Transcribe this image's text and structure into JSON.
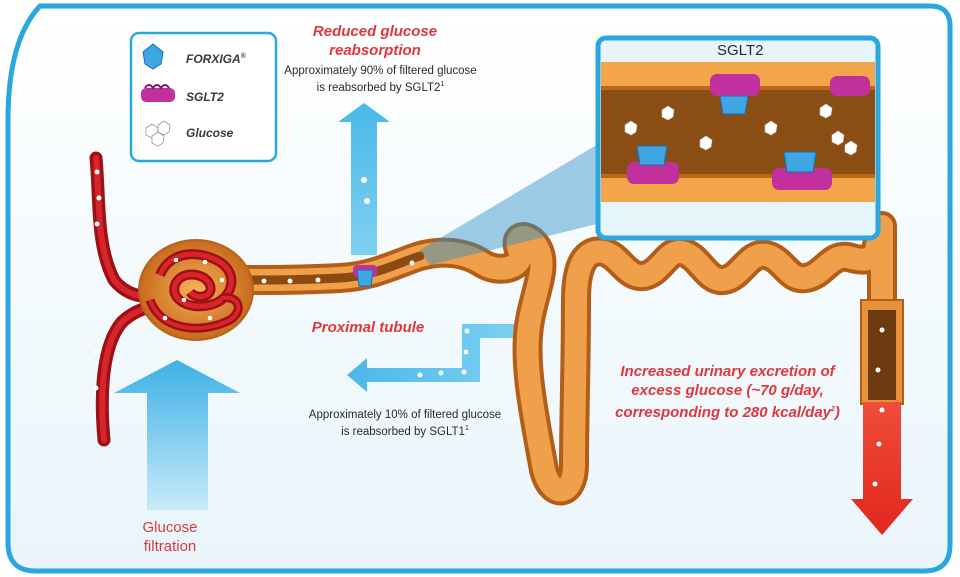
{
  "legend": {
    "forxiga_label": "FORXIGA",
    "forxiga_mark": "®",
    "sglt2_label": "SGLT2",
    "glucose_label": "Glucose"
  },
  "labels": {
    "reduced_reabsorption": "Reduced glucose reabsorption",
    "sglt2_note_text": "Approximately 90% of filtered glucose is reabsorbed by SGLT2",
    "sglt2_note_ref": "1",
    "sglt1_note_text": "Approximately 10% of filtered glucose is reabsorbed by SGLT1",
    "sglt1_note_ref": "1",
    "proximal_tubule": "Proximal tubule",
    "excretion_main": "Increased urinary excretion of excess glucose (~70 g/day, corresponding to 280 kcal/day",
    "excretion_ref": "2",
    "excretion_end": ")",
    "glucose_filtration": "Glucose filtration",
    "zoom_title": "SGLT2"
  },
  "colors": {
    "frame": "#2aa7de",
    "tubule": "#ef9a3a",
    "vessel": "#b3151b",
    "arrow_blue": "#5bc3ee",
    "arrow_red": "#e8342d",
    "accent_red_text": "#e0373c"
  },
  "icons": [
    "forxiga-icon",
    "sglt2-icon",
    "glucose-icon"
  ]
}
